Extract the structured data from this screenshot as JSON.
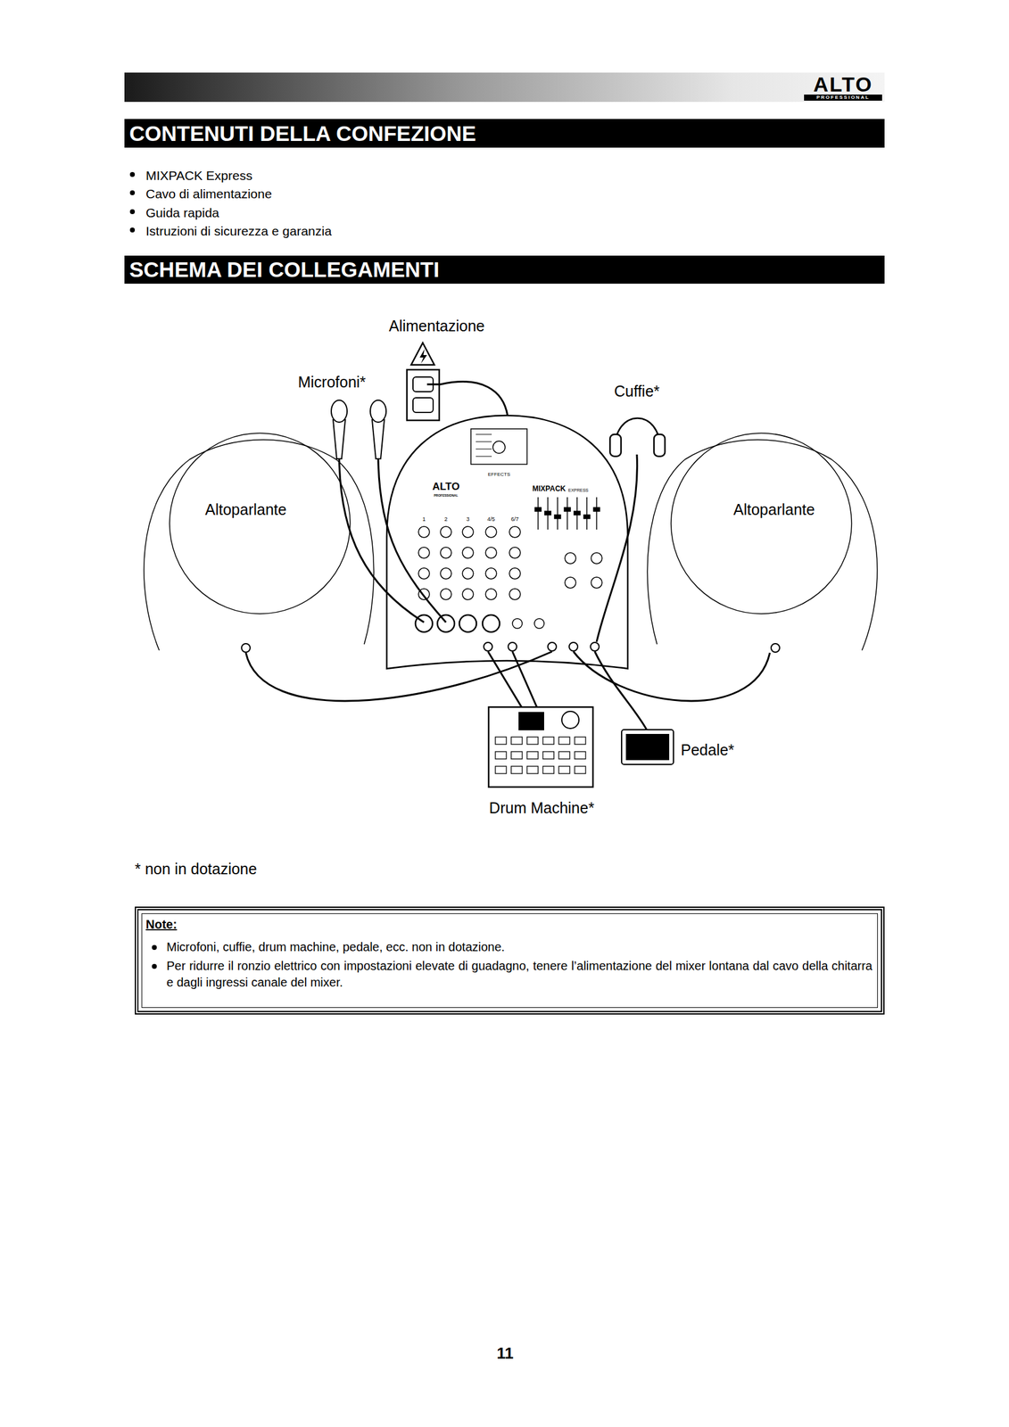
{
  "diagram": {
    "nodes": [
      {
        "text": [
          "CONTENUTI DELLA CONFEZIONE"
        ]
      },
      {
        "text": [
          "SCHEMA DEI COLLEGAMENTI"
        ]
      },
      {
        "text": [
          "Altoparlante"
        ]
      },
      {
        "text": [
          "Altoparlante"
        ]
      },
      {
        "text": [
          "Note:",
          "Microfoni, cuffie, drum machine, pedale, ecc. non in dotazione.",
          "Per ridurre il ronzio elettrico con impostazioni elevate di guadagno, tenere l’alimentazione del mixer lontana dal cavo della chitarra e dagli ingressi canale del mixer."
        ]
      }
    ],
    "labels": [
      "ALTO",
      "PROFESSIONAL",
      "MIXPACK Express",
      "Cavo di alimentazione",
      "Guida rapida",
      "Istruzioni di sicurezza e garanzia",
      "Alimentazione",
      "Microfoni*",
      "Cuffie*",
      "ALTO",
      "PROFESSIONAL",
      "EFFECTS",
      "MIXPACK",
      "EXPRESS",
      "1",
      "2",
      "3",
      "4/5",
      "6/7",
      "Pedale*",
      "Drum Machine*",
      "* non in dotazione",
      "11"
    ]
  }
}
